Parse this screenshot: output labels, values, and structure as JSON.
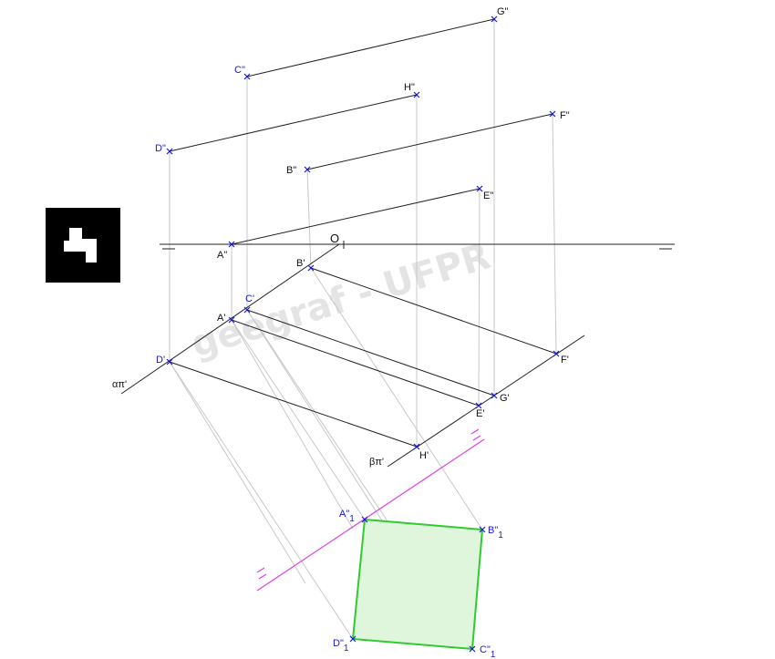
{
  "watermark": "geegraf - UFPR",
  "origin_label": "O",
  "colors": {
    "construction": "#c8c8c8",
    "main_line": "#222222",
    "point": "#1a1acc",
    "label_line": "#e040e0",
    "square_fill": "#dff5dc",
    "square_stroke": "#2ecc2e"
  },
  "logo_icon": "geegraf-logo-icon",
  "plane_labels": {
    "alpha": "απ'",
    "beta": "βπ'"
  },
  "points": {
    "A2": {
      "label": "A\""
    },
    "B2": {
      "label": "B\""
    },
    "C2": {
      "label": "C\""
    },
    "D2": {
      "label": "D\""
    },
    "E2": {
      "label": "E\""
    },
    "F2": {
      "label": "F\""
    },
    "G2": {
      "label": "G\""
    },
    "H2": {
      "label": "H\""
    },
    "A1": {
      "label": "A'"
    },
    "B1": {
      "label": "B'"
    },
    "C1": {
      "label": "C'"
    },
    "D1": {
      "label": "D'"
    },
    "E1": {
      "label": "E'"
    },
    "F1": {
      "label": "F'"
    },
    "G1": {
      "label": "G'"
    },
    "H1": {
      "label": "H'"
    },
    "A3": {
      "label": "A\"",
      "sub": "1"
    },
    "B3": {
      "label": "B\"",
      "sub": "1"
    },
    "C3": {
      "label": "C\"",
      "sub": "1"
    },
    "D3": {
      "label": "D\"",
      "sub": "1"
    }
  }
}
